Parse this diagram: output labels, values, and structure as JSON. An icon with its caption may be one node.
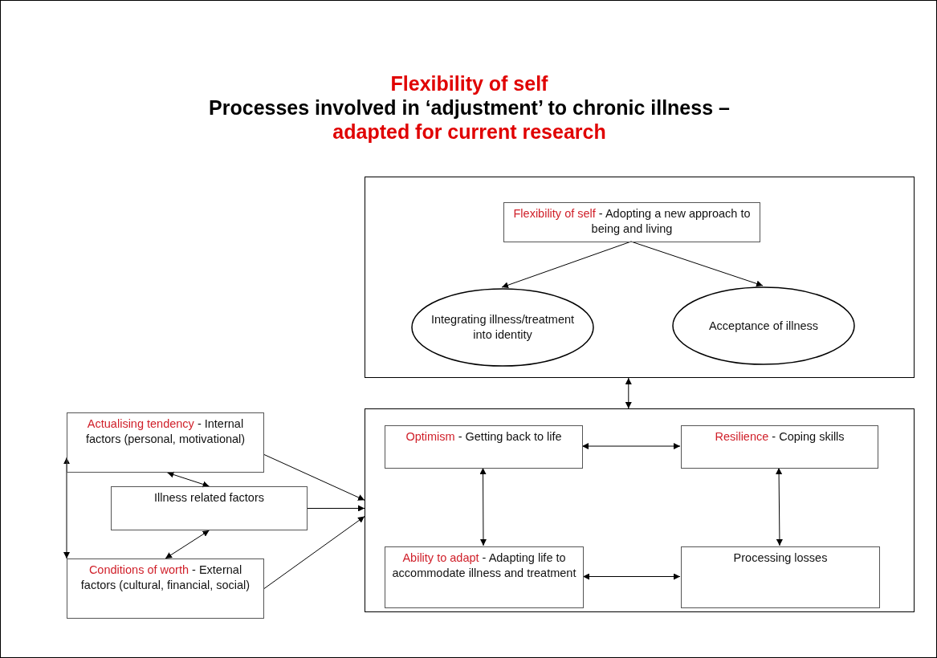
{
  "diagram": {
    "title": "Flexibility of self",
    "nodes": [
      {
        "text": [],
        "shape": "box"
      },
      {
        "text": [
          "Flexibility of self",
          "- Adopting a new approach to being and living"
        ],
        "in": 0
      },
      {
        "text": [
          "Integrating illness/treatment into identity"
        ],
        "in": 0
      },
      {
        "text": [
          "Acceptance of illness"
        ],
        "in": 0
      },
      {
        "text": [],
        "shape": "box"
      },
      {
        "text": [
          "Optimism",
          "- Getting back to life"
        ],
        "in": 4
      },
      {
        "text": [
          "Resilience",
          "- Coping skills"
        ],
        "in": 4
      },
      {
        "text": [
          "Ability to adapt",
          "- Adapting life to accommodate illness and treatment"
        ],
        "in": 4
      },
      {
        "text": [
          "Processing losses"
        ],
        "in": 4
      },
      {
        "text": [
          "Actualising tendency",
          "- Internal factors (personal, motivational)"
        ]
      },
      {
        "text": [
          "Illness related factors"
        ]
      },
      {
        "text": [
          "Conditions of worth",
          "- External factors (cultural, financial, social)"
        ]
      }
    ],
    "edges": [
      {
        "from": 1,
        "to": 2,
        "arrow": "to"
      },
      {
        "from": 1,
        "to": 3,
        "arrow": "to"
      },
      {
        "from": 0,
        "to": 4,
        "arrow": "both"
      },
      {
        "from": 5,
        "to": 6,
        "arrow": "both"
      },
      {
        "from": 5,
        "to": 7,
        "arrow": "both"
      },
      {
        "from": 6,
        "to": 8,
        "arrow": "both"
      },
      {
        "from": 7,
        "to": 8,
        "arrow": "both"
      },
      {
        "from": 9,
        "to": 4,
        "arrow": "to"
      },
      {
        "from": 10,
        "to": 4,
        "arrow": "to"
      },
      {
        "from": 11,
        "to": 4,
        "arrow": "to"
      },
      {
        "from": 9,
        "to": 10,
        "arrow": "both"
      },
      {
        "from": 10,
        "to": 11,
        "arrow": "both"
      },
      {
        "from": 9,
        "to": 11,
        "arrow": "both"
      }
    ],
    "labels": [
      "Processes involved in ‘adjustment’ to chronic illness –",
      "adapted for current research"
    ]
  }
}
